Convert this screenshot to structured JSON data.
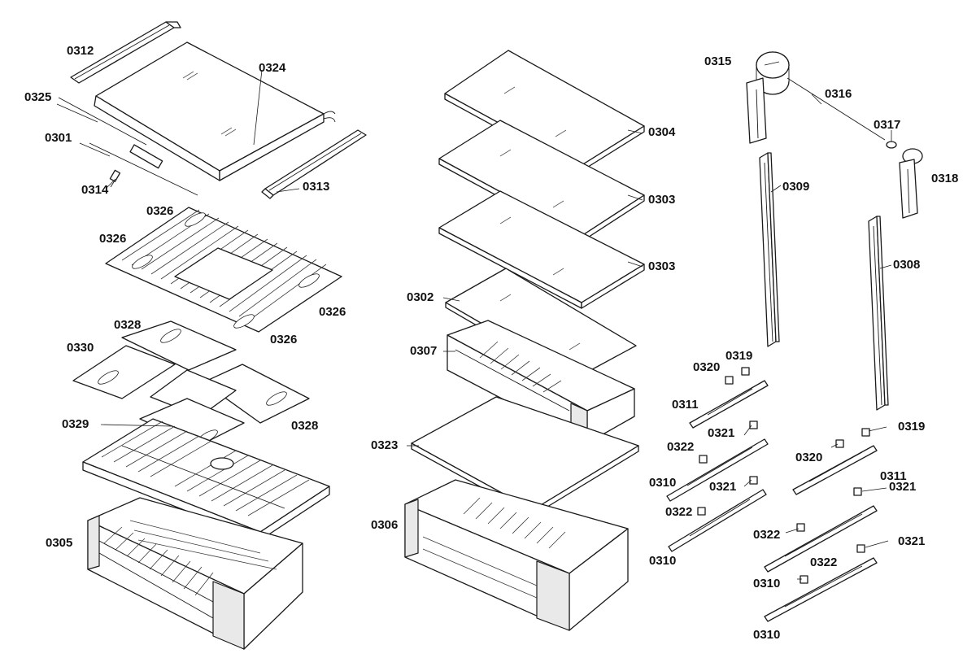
{
  "labels": {
    "p0312": "0312",
    "p0324": "0324",
    "p0325": "0325",
    "p0301": "0301",
    "p0314": "0314",
    "p0313": "0313",
    "p0326_a": "0326",
    "p0326_b": "0326",
    "p0326_c": "0326",
    "p0326_d": "0326",
    "p0328_a": "0328",
    "p0328_b": "0328",
    "p0330": "0330",
    "p0329": "0329",
    "p0305": "0305",
    "p0304": "0304",
    "p0303_a": "0303",
    "p0303_b": "0303",
    "p0302": "0302",
    "p0307": "0307",
    "p0323": "0323",
    "p0306": "0306",
    "p0315": "0315",
    "p0316": "0316",
    "p0317": "0317",
    "p0318": "0318",
    "p0309": "0309",
    "p0308": "0308",
    "p0319_a": "0319",
    "p0320_a": "0320",
    "p0311_a": "0311",
    "p0321_a": "0321",
    "p0322_a": "0322",
    "p0310_a": "0310",
    "p0321_b": "0321",
    "p0322_b": "0322",
    "p0310_b": "0310",
    "p0319_b": "0319",
    "p0320_b": "0320",
    "p0311_b": "0311",
    "p0321_c": "0321",
    "p0322_c": "0322",
    "p0310_c": "0310",
    "p0322_d": "0322",
    "p0321_d": "0321",
    "p0310_d": "0310"
  }
}
